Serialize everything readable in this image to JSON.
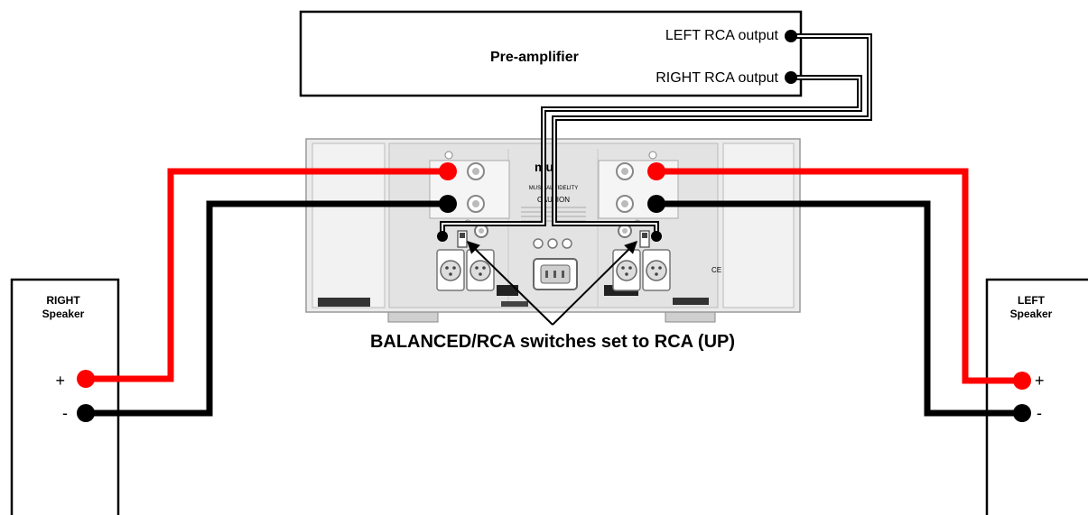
{
  "preamp": {
    "title": "Pre-amplifier",
    "left_output": "LEFT RCA output",
    "right_output": "RIGHT RCA output"
  },
  "right_speaker": {
    "label_line1": "RIGHT",
    "label_line2": "Speaker",
    "plus": "+",
    "minus": "-"
  },
  "left_speaker": {
    "label_line1": "LEFT",
    "label_line2": "Speaker",
    "plus": "+",
    "minus": "-"
  },
  "amplifier": {
    "brand": "mu",
    "sublabel": "MUSICAL FIDELITY",
    "caution": "CAUTION"
  },
  "annotation": {
    "switch_note": "BALANCED/RCA switches set to RCA (UP)"
  },
  "colors": {
    "positive_wire": "#ff0000",
    "negative_wire": "#000000",
    "panel": "#e6e6e6"
  }
}
